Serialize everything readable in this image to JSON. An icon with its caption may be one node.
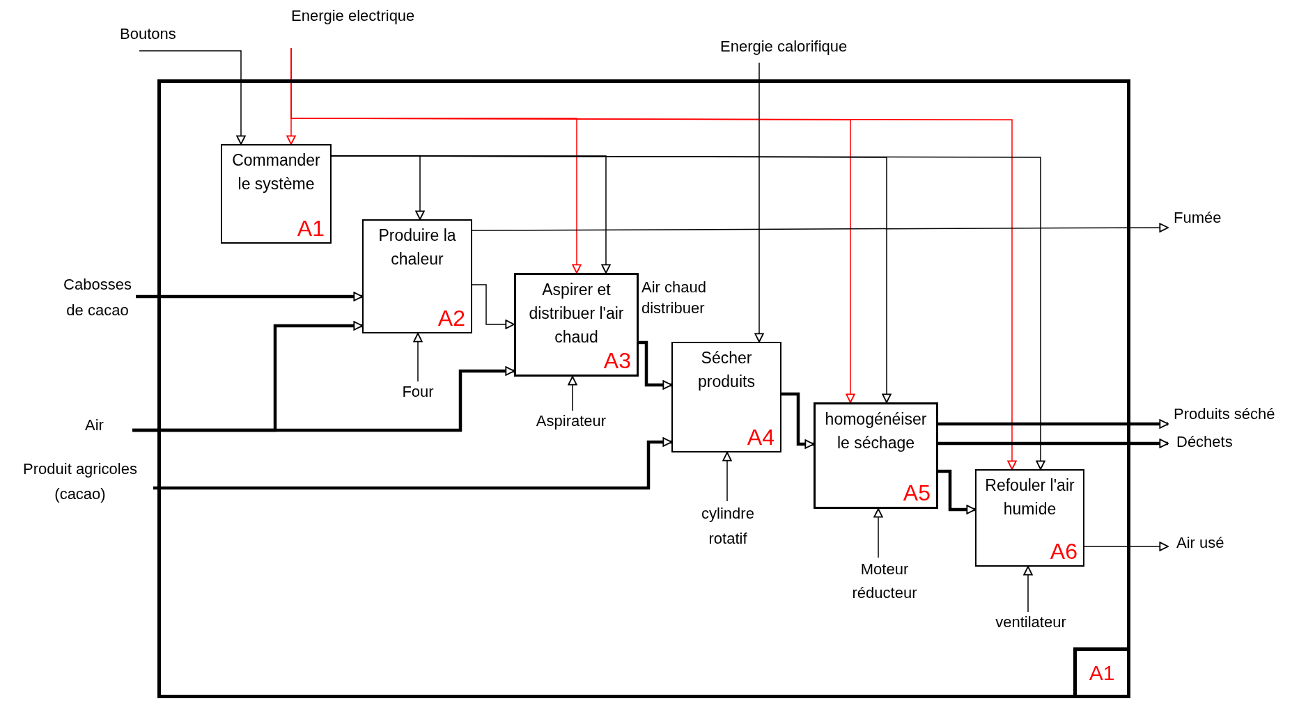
{
  "diagram": {
    "nodes": [
      {
        "text": [],
        "shape": "box"
      },
      {
        "text": [
          "Boutons"
        ]
      },
      {
        "text": [
          "Energie electrique"
        ]
      },
      {
        "text": [
          "Energie calorifique"
        ]
      },
      {
        "text": [
          "Commander le système",
          "A1"
        ],
        "in": 0
      },
      {
        "text": [
          "Produire la chaleur",
          "A2"
        ],
        "in": 0
      },
      {
        "text": [
          "Fumée"
        ]
      },
      {
        "text": [
          "Cabosses de cacao"
        ]
      },
      {
        "text": [
          "Aspirer et distribuer l'air chaud",
          "A3"
        ],
        "in": 0
      },
      {
        "text": [
          "Sécher produits",
          "A4"
        ],
        "in": 0
      },
      {
        "text": [
          "Four"
        ],
        "in": 0
      },
      {
        "text": [
          "Aspirateur"
        ],
        "in": 0
      },
      {
        "text": [
          "Air"
        ]
      },
      {
        "text": [
          "homogénéiser le séchage",
          "A5"
        ],
        "in": 0
      },
      {
        "text": [
          "Produits séché"
        ]
      },
      {
        "text": [
          "Déchets"
        ]
      },
      {
        "text": [
          "Produit agricoles (cacao)"
        ]
      },
      {
        "text": [
          "Refouler l'air humide",
          "A6"
        ],
        "in": 0
      },
      {
        "text": [
          "Air usé"
        ]
      },
      {
        "text": [
          "cylindre rotatif"
        ],
        "in": 0
      },
      {
        "text": [
          "Moteur réducteur"
        ],
        "in": 0
      },
      {
        "text": [
          "ventilateur"
        ],
        "in": 0
      },
      {
        "text": [
          "A1"
        ],
        "in": 0
      }
    ],
    "edges": [
      {
        "from": 1,
        "to": 4,
        "arrow": "to"
      },
      {
        "from": 2,
        "to": 4,
        "arrow": "to",
        "color": "#ff0000"
      },
      {
        "from": 2,
        "to": 8,
        "arrow": "to",
        "color": "#ff0000"
      },
      {
        "from": 2,
        "to": 13,
        "arrow": "to",
        "color": "#ff0000"
      },
      {
        "from": 2,
        "to": 17,
        "arrow": "to",
        "color": "#ff0000"
      },
      {
        "from": 4,
        "to": 5,
        "arrow": "to"
      },
      {
        "from": 4,
        "to": 8,
        "arrow": "to"
      },
      {
        "from": 4,
        "to": 13,
        "arrow": "to"
      },
      {
        "from": 4,
        "to": 17,
        "arrow": "to"
      },
      {
        "from": 7,
        "to": 5,
        "arrow": "to",
        "style": "thick"
      },
      {
        "from": 12,
        "to": 5,
        "arrow": "to",
        "style": "thick"
      },
      {
        "from": 12,
        "to": 8,
        "arrow": "to",
        "style": "thick"
      },
      {
        "from": 10,
        "to": 5,
        "arrow": "to"
      },
      {
        "from": 5,
        "to": 8,
        "arrow": "to"
      },
      {
        "from": 5,
        "to": 6,
        "arrow": "to"
      },
      {
        "from": 11,
        "to": 8,
        "arrow": "to"
      },
      {
        "from": 8,
        "to": 9,
        "arrow": "to",
        "label": "Air chaud distribuer",
        "style": "thick"
      },
      {
        "from": 3,
        "to": 9,
        "arrow": "to"
      },
      {
        "from": 16,
        "to": 9,
        "arrow": "to",
        "style": "thick"
      },
      {
        "from": 19,
        "to": 9,
        "arrow": "to"
      },
      {
        "from": 9,
        "to": 13,
        "arrow": "to",
        "style": "thick"
      },
      {
        "from": 20,
        "to": 13,
        "arrow": "to"
      },
      {
        "from": 13,
        "to": 14,
        "arrow": "to",
        "style": "thick"
      },
      {
        "from": 13,
        "to": 15,
        "arrow": "to",
        "style": "thick"
      },
      {
        "from": 13,
        "to": 17,
        "arrow": "to",
        "style": "thick"
      },
      {
        "from": 21,
        "to": 17,
        "arrow": "to"
      },
      {
        "from": 17,
        "to": 18,
        "arrow": "to"
      }
    ]
  }
}
